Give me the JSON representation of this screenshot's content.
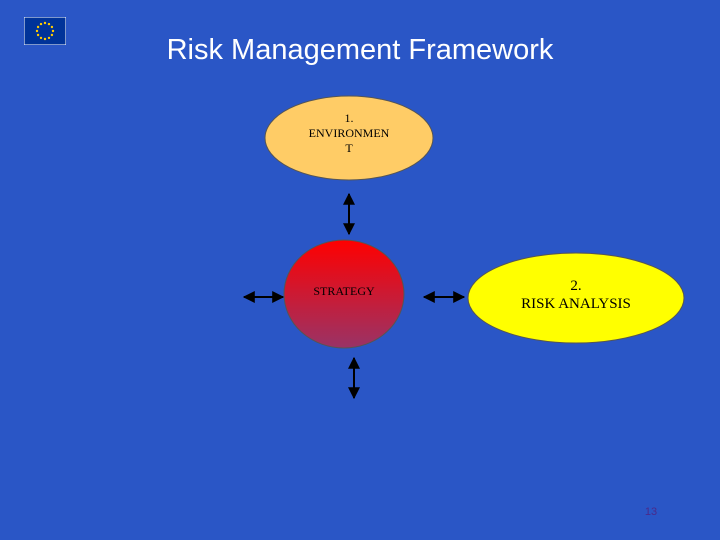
{
  "slide": {
    "title": "Risk Management Framework",
    "page_number": "13",
    "logo": "eu-flag-icon"
  },
  "diagram": {
    "nodes": {
      "environment": {
        "lines": [
          "1.",
          "ENVIRONMEN",
          "T"
        ],
        "fill": "#ffcc66"
      },
      "strategy": {
        "lines": [
          "STRATEGY"
        ],
        "fill_top": "#ff0000",
        "fill_bottom": "#993366"
      },
      "risk_analysis": {
        "lines": [
          "2.",
          "RISK ANALYSIS"
        ],
        "fill": "#ffff00"
      }
    },
    "colors": {
      "background": "#2a56c6",
      "arrow": "#000000"
    }
  }
}
